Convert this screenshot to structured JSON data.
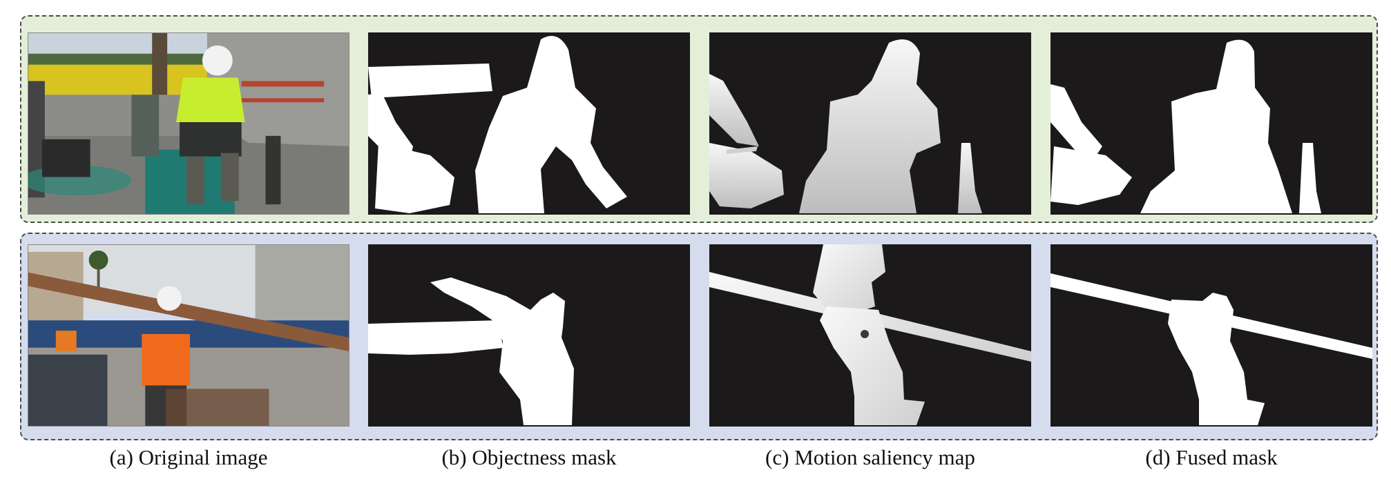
{
  "captions": {
    "a": "(a) Original image",
    "b": "(b) Objectness mask",
    "c": "(c) Motion saliency map",
    "d": "(d) Fused mask"
  },
  "colors": {
    "row1_background": "#e4efd9",
    "row2_background": "#d5dcee",
    "mask_background": "#1b1919",
    "mask_foreground": "#ffffff"
  }
}
